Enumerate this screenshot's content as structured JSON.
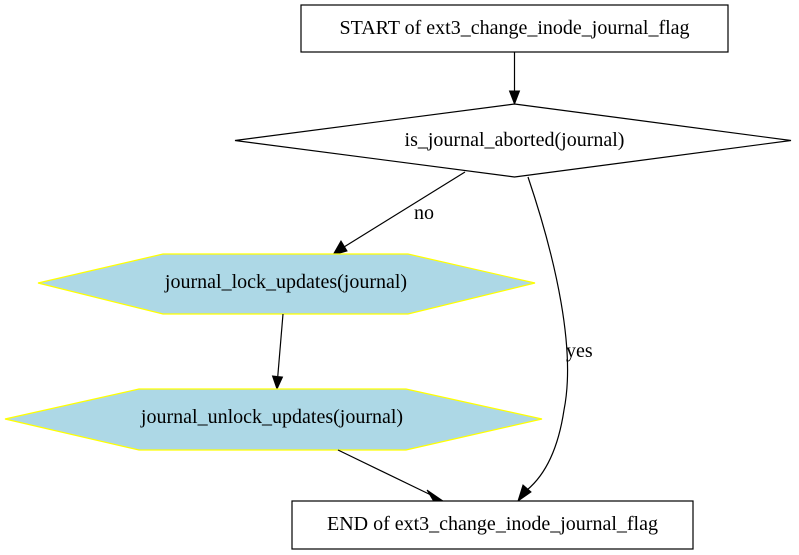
{
  "nodes": {
    "start": "START of ext3_change_inode_journal_flag",
    "decision": "is_journal_aborted(journal)",
    "lock": "journal_lock_updates(journal)",
    "unlock": "journal_unlock_updates(journal)",
    "end": "END of ext3_change_inode_journal_flag"
  },
  "edges": {
    "no": "no",
    "yes": "yes"
  },
  "colors": {
    "process_fill": "#add8e6",
    "process_stroke": "#ffff00",
    "line": "#000000"
  }
}
